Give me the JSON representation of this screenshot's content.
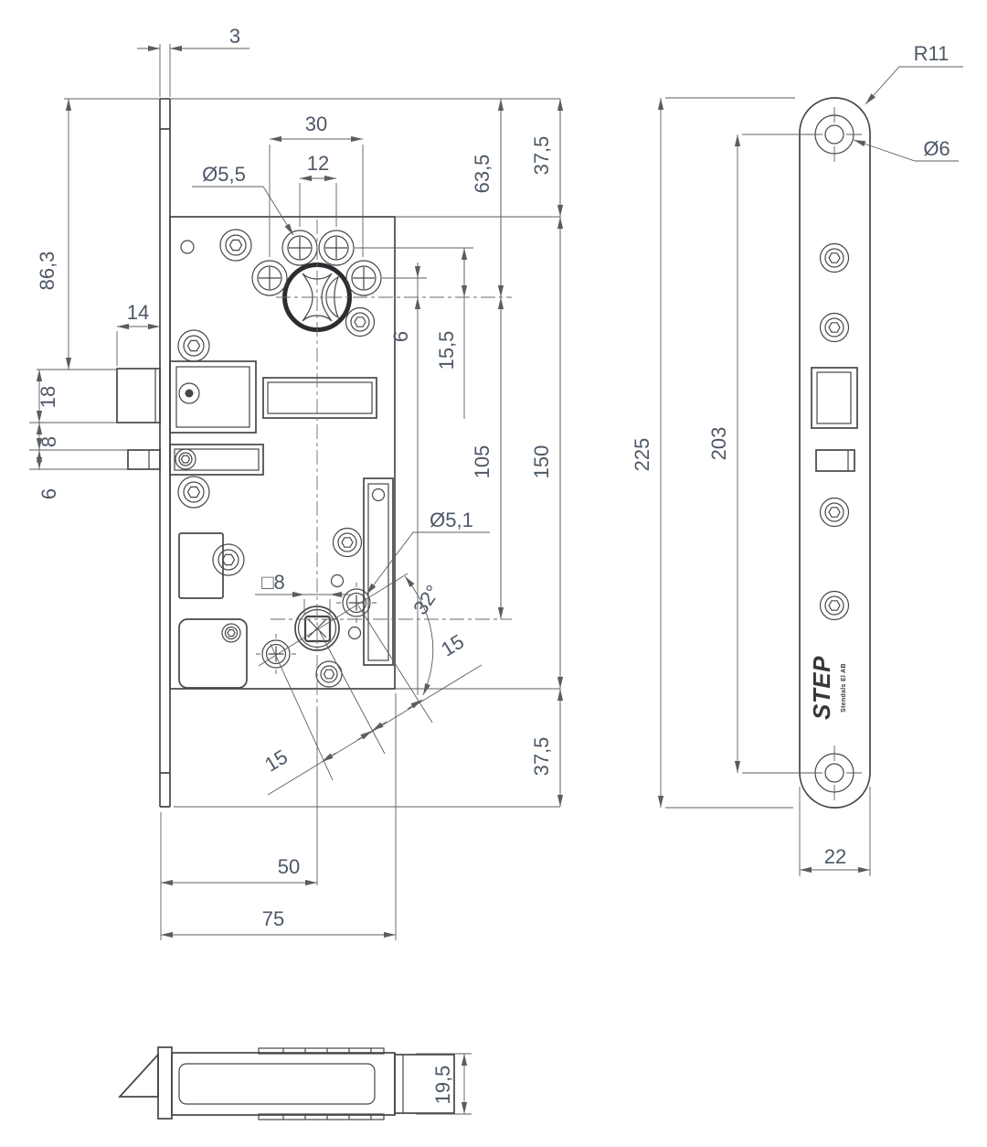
{
  "left": {
    "d3": "3",
    "d30": "30",
    "d12": "12",
    "dia55": "Ø5,5",
    "d375t": "37,5",
    "d635": "63,5",
    "d863": "86,3",
    "d14": "14",
    "d18": "18",
    "d8": "8",
    "d6l": "6",
    "d6": "6",
    "d155": "15,5",
    "d105": "105",
    "d150": "150",
    "d375b": "37,5",
    "d50": "50",
    "d75": "75",
    "sq8": "□8",
    "dia51": "Ø5,1",
    "a32": "32°",
    "d15a": "15",
    "d15b": "15"
  },
  "right": {
    "r11": "R11",
    "dia6": "Ø6",
    "d225": "225",
    "d203": "203",
    "d22": "22",
    "logo": "STEP",
    "logo_sub": "Stendals El AB"
  },
  "bottom": {
    "d195": "19,5"
  },
  "colors": {
    "line": "#46474b",
    "dim_line": "#5c5d61",
    "text": "#4d5866",
    "background": "#ffffff"
  }
}
